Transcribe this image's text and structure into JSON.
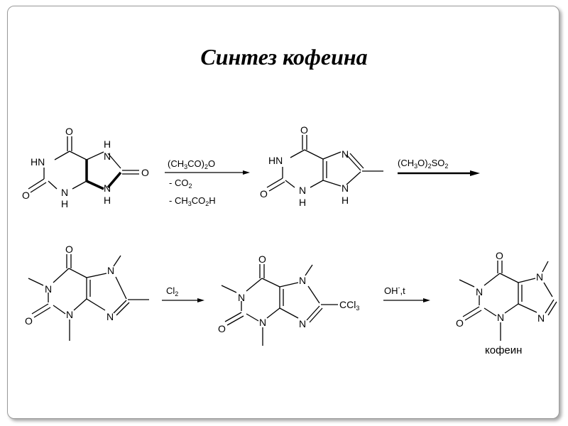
{
  "title": "Синтез кофеина",
  "colors": {
    "ink": "#000000",
    "frame": "#9a9a9a",
    "background": "#ffffff"
  },
  "reagents": {
    "step1": {
      "line1_a": "(CH",
      "line1_sub1": "3",
      "line1_b": "CO)",
      "line1_sub2": "2",
      "line1_c": "O",
      "line2_a": "- CO",
      "line2_sub": "2",
      "line3_a": "- CH",
      "line3_sub1": "3",
      "line3_b": "CO",
      "line3_sub2": "2",
      "line3_c": "H"
    },
    "step2": {
      "a": "(CH",
      "sub1": "3",
      "b": "O)",
      "sub2": "2",
      "c": "SO",
      "sub3": "2"
    },
    "step3": {
      "a": "Cl",
      "sub": "2"
    },
    "step4": {
      "a": "OH",
      "sup": "-",
      "b": ",t"
    }
  },
  "atoms": {
    "O": "O",
    "N": "N",
    "H": "H",
    "NH": "NH",
    "HN": "HN",
    "CCl": "CCl",
    "CCl_sub": "3"
  },
  "product_label": "кофеин"
}
